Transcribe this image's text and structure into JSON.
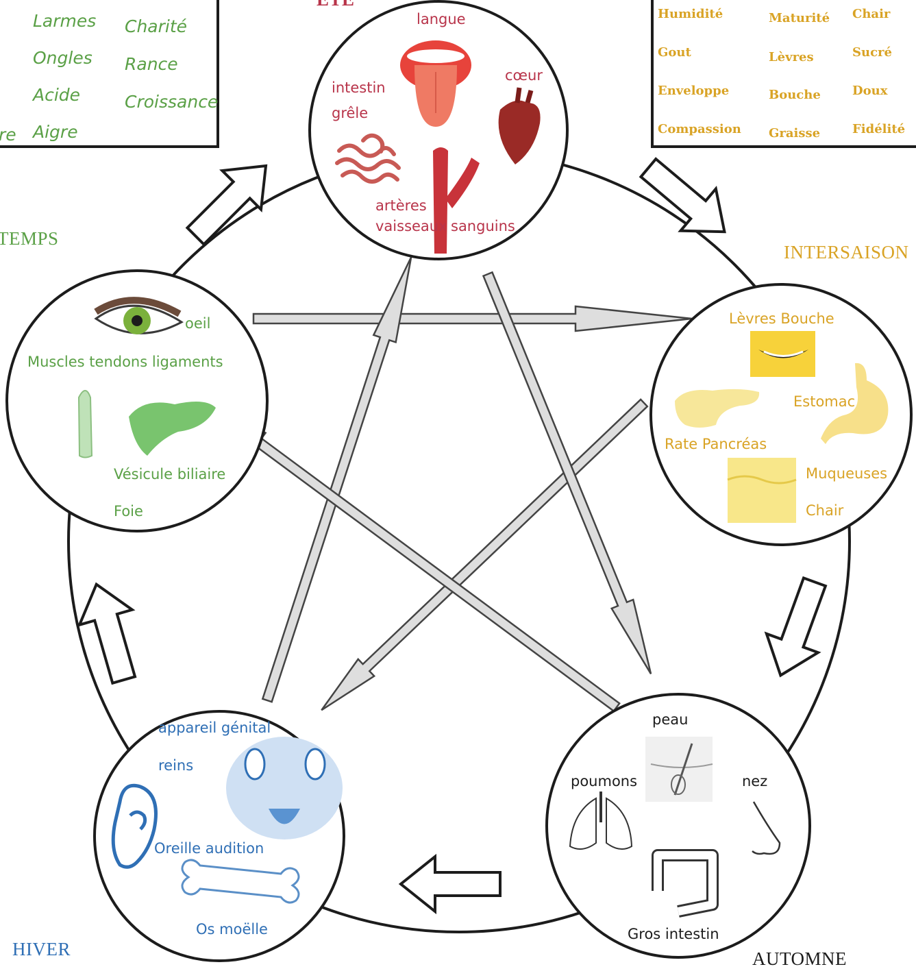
{
  "colors": {
    "green": "#5aa046",
    "red": "#b8344a",
    "gold": "#d9a325",
    "blue": "#2f6fb5",
    "dark": "#1c1c1c",
    "arrow_fill": "#dedede"
  },
  "wood_table": {
    "col1": [
      "Larmes",
      "Ongles",
      "Acide",
      "Aigre"
    ],
    "col2": [
      "Charité",
      "Rance",
      "Croissance"
    ],
    "partial": "re"
  },
  "earth_table": {
    "col1": [
      "Humidité",
      "Gout",
      "Enveloppe",
      "Compassion"
    ],
    "col2": [
      "Maturité",
      "Lèvres",
      "Bouche",
      "Graisse"
    ],
    "col3": [
      "Chair",
      "Sucré",
      "Doux",
      "Fidélité"
    ]
  },
  "seasons": {
    "summer": "ETE",
    "spring": "TEMPS",
    "late_summer": "INTERSAISON",
    "winter": "HIVER",
    "autumn": "AUTOMNE"
  },
  "fire": {
    "langue": "langue",
    "intestin": "intestin",
    "grele": "grêle",
    "coeur": "cœur",
    "arteres": "artères",
    "vaisseaux": "vaisseaux",
    "sanguins": "sanguins"
  },
  "wood": {
    "oeil": "oeil",
    "muscles": "Muscles tendons ligaments",
    "vesicule": "Vésicule biliaire",
    "foie": "Foie"
  },
  "earth": {
    "levres": "Lèvres Bouche",
    "estomac": "Estomac",
    "rate": "Rate Pancréas",
    "muqueuses": "Muqueuses",
    "chair": "Chair"
  },
  "metal": {
    "peau": "peau",
    "poumons": "poumons",
    "nez": "nez",
    "gros": "Gros intestin"
  },
  "water": {
    "genital": "appareil génital",
    "reins": "reins",
    "oreille": "Oreille audition",
    "os": "Os moëlle"
  }
}
